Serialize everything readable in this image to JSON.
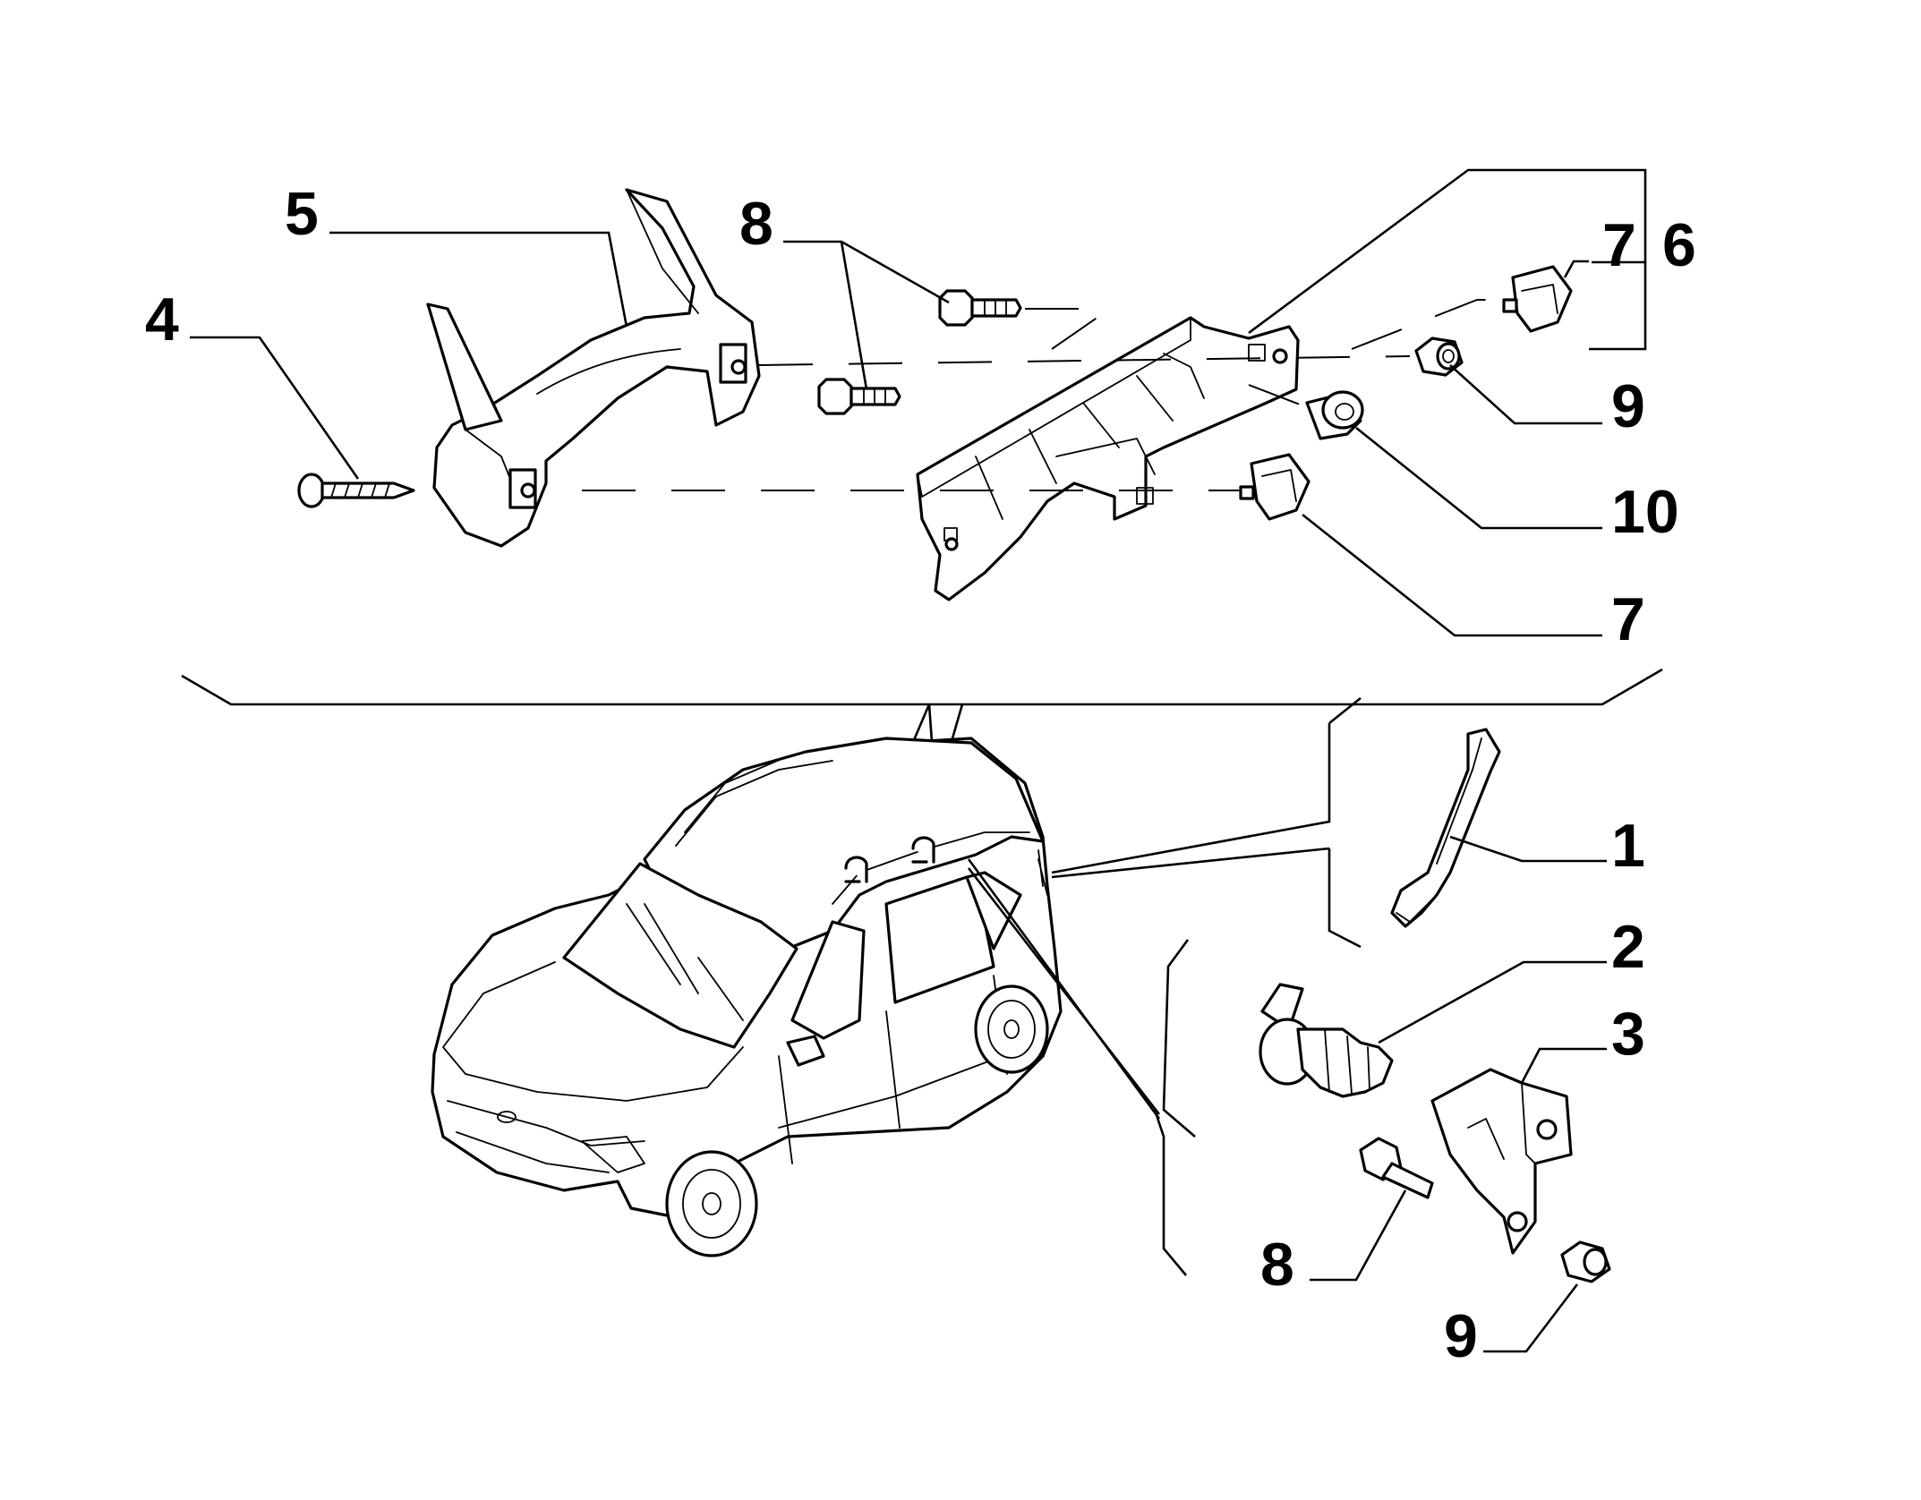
{
  "callouts": {
    "c1": "1",
    "c2": "2",
    "c3": "3",
    "c4": "4",
    "c5": "5",
    "c6": "6",
    "c7a": "7",
    "c7b": "7",
    "c8a": "8",
    "c8b": "8",
    "c9a": "9",
    "c9b": "9",
    "c10": "10"
  }
}
